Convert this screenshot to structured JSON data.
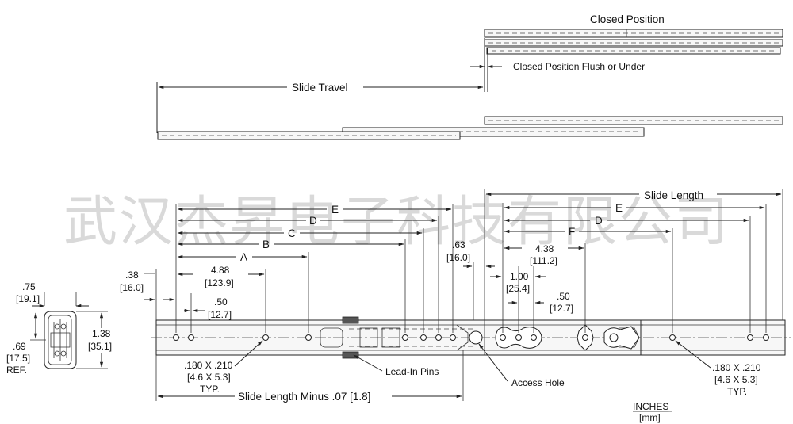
{
  "watermark": "武汉杰昇电子科技有限公司",
  "top_view": {
    "closed_position": "Closed Position",
    "closed_flush": "Closed Position Flush or Under",
    "slide_travel": "Slide Travel"
  },
  "side_view": {
    "slide_length": "Slide Length",
    "slide_length_minus": "Slide Length Minus .07 [1.8]",
    "lead_in_pins": "Lead-In Pins",
    "access_hole": "Access Hole",
    "letters": {
      "a": "A",
      "b": "B",
      "c": "C",
      "d": "D",
      "e": "E",
      "f": "F"
    },
    "dims": {
      "d038_in": ".38",
      "d038_mm": "[16.0]",
      "d488_in": "4.88",
      "d488_mm": "[123.9]",
      "d050_in": ".50",
      "d050_mm": "[12.7]",
      "d063_in": ".63",
      "d063_mm": "[16.0]",
      "d438_in": "4.38",
      "d438_mm": "[111.2]",
      "d100_in": "1.00",
      "d100_mm": "[25.4]",
      "d050b_in": ".50",
      "d050b_mm": "[12.7]"
    },
    "hole_note_left": {
      "l1": ".180 X .210",
      "l2": "[4.6 X 5.3]",
      "l3": "TYP."
    },
    "hole_note_right": {
      "l1": ".180 X .210",
      "l2": "[4.6 X 5.3]",
      "l3": "TYP."
    }
  },
  "section_view": {
    "w075_in": ".75",
    "w075_mm": "[19.1]",
    "h138_in": "1.38",
    "h138_mm": "[35.1]",
    "h069_in": ".69",
    "h069_mm": "[17.5]",
    "ref": "REF."
  },
  "units": {
    "inches": "INCHES",
    "mm": "[mm]"
  }
}
